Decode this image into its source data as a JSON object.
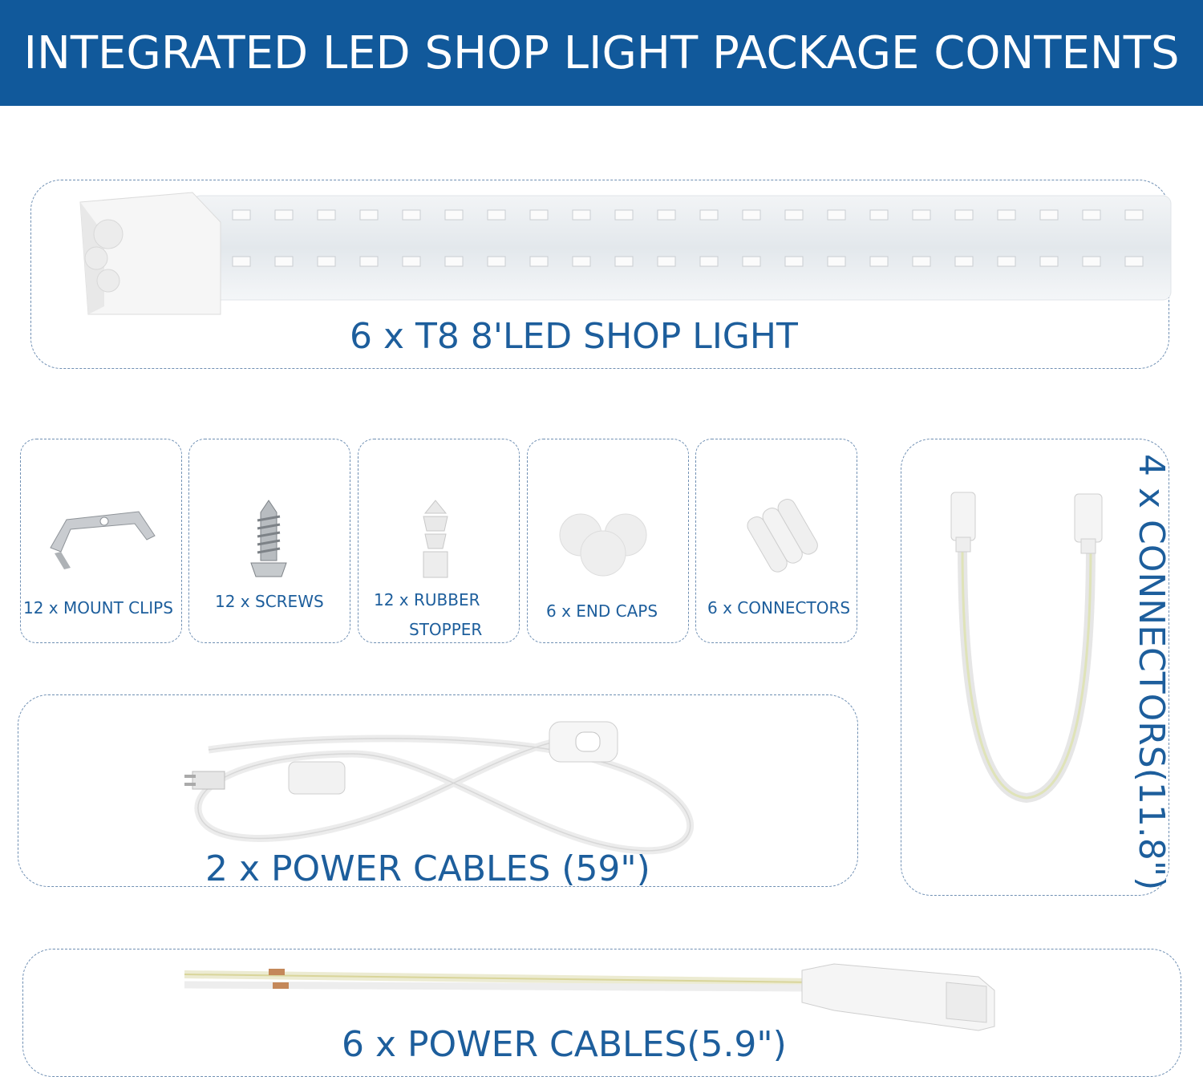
{
  "header": {
    "title": "INTEGRATED LED SHOP LIGHT PACKAGE CONTENTS"
  },
  "items": {
    "shop_light": "6 x T8 8'LED SHOP LIGHT",
    "mount_clips": "12 x MOUNT CLIPS",
    "screws": "12 x SCREWS",
    "rubber_stopper_1": "12 x RUBBER",
    "rubber_stopper_2": "STOPPER",
    "end_caps": "6 x END CAPS",
    "connectors_small": "6 x CONNECTORS",
    "connectors_long": "4 x CONNECTORS(11.8\")",
    "power_cables_long": "2 x POWER CABLES (59\")",
    "power_cables_short": "6 x POWER CABLES(5.9\")"
  },
  "colors": {
    "banner": "#11599b",
    "label": "#1d5e9c",
    "border": "#6f8fb3"
  }
}
